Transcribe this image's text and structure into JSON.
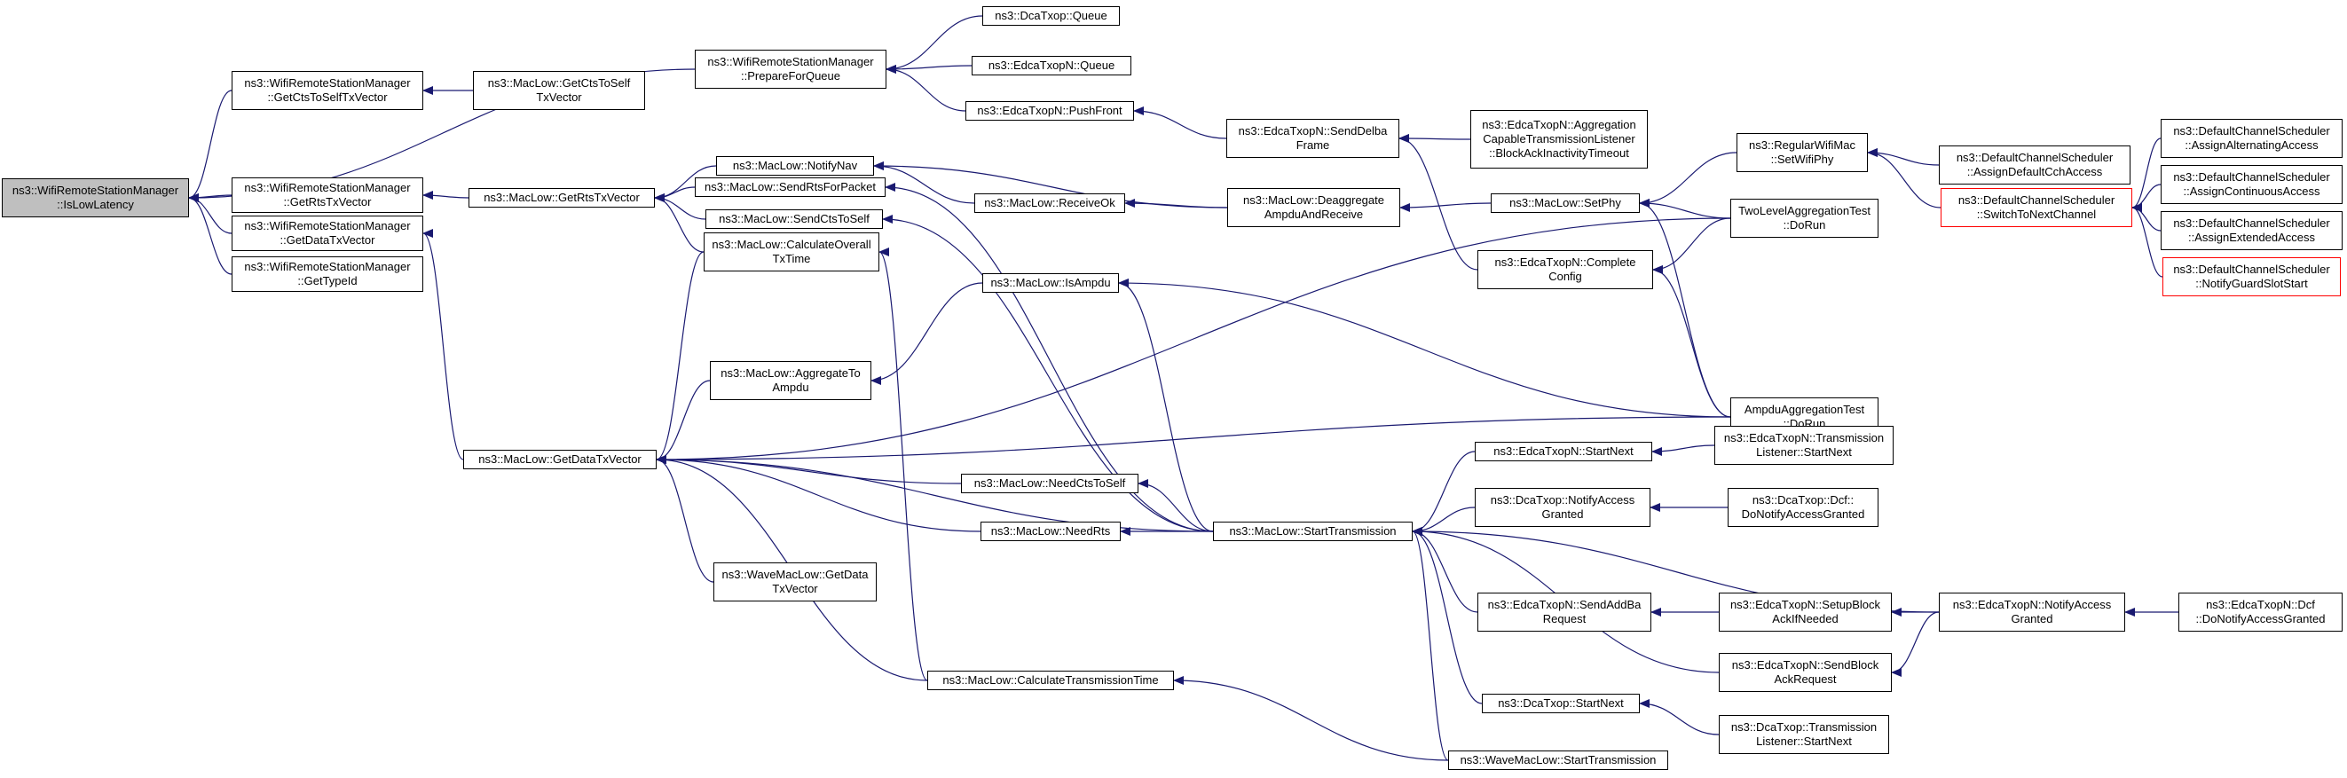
{
  "graph": {
    "edge_color": "#191970",
    "root_fill": "#bfbfbf",
    "truncated_border_color": "#ff0000",
    "nodes": [
      {
        "id": "root",
        "lines": [
          "ns3::WifiRemoteStationManager",
          "::IsLowLatency"
        ],
        "style": "root"
      },
      {
        "id": "gctsToSelf",
        "lines": [
          "ns3::WifiRemoteStationManager",
          "::GetCtsToSelfTxVector"
        ]
      },
      {
        "id": "gRts",
        "lines": [
          "ns3::WifiRemoteStationManager",
          "::GetRtsTxVector"
        ]
      },
      {
        "id": "gData",
        "lines": [
          "ns3::WifiRemoteStationManager",
          "::GetDataTxVector"
        ]
      },
      {
        "id": "gTypeId",
        "lines": [
          "ns3::WifiRemoteStationManager",
          "::GetTypeId"
        ]
      },
      {
        "id": "prepQueue",
        "lines": [
          "ns3::WifiRemoteStationManager",
          "::PrepareForQueue"
        ]
      },
      {
        "id": "mlCtsToSelfTx",
        "lines": [
          "ns3::MacLow::GetCtsToSelf",
          "TxVector"
        ]
      },
      {
        "id": "mlRtsTx",
        "lines": [
          "ns3::MacLow::GetRtsTxVector"
        ]
      },
      {
        "id": "mlDataTx",
        "lines": [
          "ns3::MacLow::GetDataTxVector"
        ]
      },
      {
        "id": "dcaQueue",
        "lines": [
          "ns3::DcaTxop::Queue"
        ]
      },
      {
        "id": "edcaQueue",
        "lines": [
          "ns3::EdcaTxopN::Queue"
        ]
      },
      {
        "id": "edcaPushFront",
        "lines": [
          "ns3::EdcaTxopN::PushFront"
        ]
      },
      {
        "id": "notifyNav",
        "lines": [
          "ns3::MacLow::NotifyNav"
        ]
      },
      {
        "id": "sendRtsForPacket",
        "lines": [
          "ns3::MacLow::SendRtsForPacket"
        ]
      },
      {
        "id": "sendCtsToSelf",
        "lines": [
          "ns3::MacLow::SendCtsToSelf"
        ]
      },
      {
        "id": "calcOverall",
        "lines": [
          "ns3::MacLow::CalculateOverall",
          "TxTime"
        ]
      },
      {
        "id": "aggregateToAmpdu",
        "lines": [
          "ns3::MacLow::AggregateTo",
          "Ampdu"
        ]
      },
      {
        "id": "waveGetData",
        "lines": [
          "ns3::WaveMacLow::GetData",
          "TxVector"
        ]
      },
      {
        "id": "receiveOk",
        "lines": [
          "ns3::MacLow::ReceiveOk"
        ]
      },
      {
        "id": "isAmpdu",
        "lines": [
          "ns3::MacLow::IsAmpdu"
        ]
      },
      {
        "id": "needCtsToSelf",
        "lines": [
          "ns3::MacLow::NeedCtsToSelf"
        ]
      },
      {
        "id": "needRts",
        "lines": [
          "ns3::MacLow::NeedRts"
        ]
      },
      {
        "id": "calcTransTime",
        "lines": [
          "ns3::MacLow::CalculateTransmissionTime"
        ]
      },
      {
        "id": "sendDelba",
        "lines": [
          "ns3::EdcaTxopN::SendDelba",
          "Frame"
        ]
      },
      {
        "id": "deaggregate",
        "lines": [
          "ns3::MacLow::Deaggregate",
          "AmpduAndReceive"
        ]
      },
      {
        "id": "startTx",
        "lines": [
          "ns3::MacLow::StartTransmission"
        ]
      },
      {
        "id": "aggListener",
        "lines": [
          "ns3::EdcaTxopN::Aggregation",
          "CapableTransmissionListener",
          "::BlockAckInactivityTimeout"
        ]
      },
      {
        "id": "setPhy",
        "lines": [
          "ns3::MacLow::SetPhy"
        ]
      },
      {
        "id": "completeConfig",
        "lines": [
          "ns3::EdcaTxopN::Complete",
          "Config"
        ]
      },
      {
        "id": "edcaStartNext",
        "lines": [
          "ns3::EdcaTxopN::StartNext"
        ]
      },
      {
        "id": "dcaNotifyAccess",
        "lines": [
          "ns3::DcaTxop::NotifyAccess",
          "Granted"
        ]
      },
      {
        "id": "sendAddBa",
        "lines": [
          "ns3::EdcaTxopN::SendAddBa",
          "Request"
        ]
      },
      {
        "id": "dcaStartNext",
        "lines": [
          "ns3::DcaTxop::StartNext"
        ]
      },
      {
        "id": "waveStartTx",
        "lines": [
          "ns3::WaveMacLow::StartTransmission"
        ]
      },
      {
        "id": "regSetWifiPhy",
        "lines": [
          "ns3::RegularWifiMac",
          "::SetWifiPhy"
        ]
      },
      {
        "id": "twoLevelDoRun",
        "lines": [
          "TwoLevelAggregationTest",
          "::DoRun"
        ]
      },
      {
        "id": "ampduDoRun",
        "lines": [
          "AmpduAggregationTest",
          "::DoRun"
        ]
      },
      {
        "id": "edcaTxListener",
        "lines": [
          "ns3::EdcaTxopN::Transmission",
          "Listener::StartNext"
        ]
      },
      {
        "id": "dcfDoNotify",
        "lines": [
          "ns3::DcaTxop::Dcf::",
          "DoNotifyAccessGranted"
        ]
      },
      {
        "id": "setupBlockAck",
        "lines": [
          "ns3::EdcaTxopN::SetupBlock",
          "AckIfNeeded"
        ]
      },
      {
        "id": "sendBlockAck",
        "lines": [
          "ns3::EdcaTxopN::SendBlock",
          "AckRequest"
        ]
      },
      {
        "id": "dcaTxListener",
        "lines": [
          "ns3::DcaTxop::Transmission",
          "Listener::StartNext"
        ]
      },
      {
        "id": "assignDefaultCch",
        "lines": [
          "ns3::DefaultChannelScheduler",
          "::AssignDefaultCchAccess"
        ]
      },
      {
        "id": "switchToNext",
        "lines": [
          "ns3::DefaultChannelScheduler",
          "::SwitchToNextChannel"
        ],
        "style": "red"
      },
      {
        "id": "edcaNotifyAccess",
        "lines": [
          "ns3::EdcaTxopN::NotifyAccess",
          "Granted"
        ]
      },
      {
        "id": "assignAlternating",
        "lines": [
          "ns3::DefaultChannelScheduler",
          "::AssignAlternatingAccess"
        ]
      },
      {
        "id": "assignContinuous",
        "lines": [
          "ns3::DefaultChannelScheduler",
          "::AssignContinuousAccess"
        ]
      },
      {
        "id": "assignExtended",
        "lines": [
          "ns3::DefaultChannelScheduler",
          "::AssignExtendedAccess"
        ]
      },
      {
        "id": "notifyGuardSlot",
        "lines": [
          "ns3::DefaultChannelScheduler",
          "::NotifyGuardSlotStart"
        ],
        "style": "red"
      },
      {
        "id": "edcaDcfDoNotify",
        "lines": [
          "ns3::EdcaTxopN::Dcf",
          "::DoNotifyAccessGranted"
        ]
      }
    ],
    "edges": [
      {
        "from": "gctsToSelf",
        "to": "root"
      },
      {
        "from": "prepQueue",
        "to": "root"
      },
      {
        "from": "gRts",
        "to": "root"
      },
      {
        "from": "gData",
        "to": "root"
      },
      {
        "from": "gTypeId",
        "to": "root"
      },
      {
        "from": "mlCtsToSelfTx",
        "to": "gctsToSelf"
      },
      {
        "from": "mlRtsTx",
        "to": "gRts"
      },
      {
        "from": "mlDataTx",
        "to": "gData"
      },
      {
        "from": "dcaQueue",
        "to": "prepQueue"
      },
      {
        "from": "edcaQueue",
        "to": "prepQueue"
      },
      {
        "from": "edcaPushFront",
        "to": "prepQueue"
      },
      {
        "from": "notifyNav",
        "to": "mlRtsTx"
      },
      {
        "from": "sendRtsForPacket",
        "to": "mlRtsTx"
      },
      {
        "from": "sendCtsToSelf",
        "to": "mlRtsTx"
      },
      {
        "from": "calcOverall",
        "to": "mlRtsTx"
      },
      {
        "from": "calcOverall",
        "to": "mlDataTx"
      },
      {
        "from": "aggregateToAmpdu",
        "to": "mlDataTx"
      },
      {
        "from": "waveGetData",
        "to": "mlDataTx"
      },
      {
        "from": "needCtsToSelf",
        "to": "mlDataTx"
      },
      {
        "from": "needRts",
        "to": "mlDataTx"
      },
      {
        "from": "calcTransTime",
        "to": "mlDataTx"
      },
      {
        "from": "startTx",
        "to": "mlDataTx"
      },
      {
        "from": "twoLevelDoRun",
        "to": "mlDataTx"
      },
      {
        "from": "ampduDoRun",
        "to": "mlDataTx"
      },
      {
        "from": "receiveOk",
        "to": "notifyNav"
      },
      {
        "from": "deaggregate",
        "to": "notifyNav"
      },
      {
        "from": "startTx",
        "to": "sendRtsForPacket"
      },
      {
        "from": "startTx",
        "to": "sendCtsToSelf"
      },
      {
        "from": "calcTransTime",
        "to": "calcOverall"
      },
      {
        "from": "isAmpdu",
        "to": "aggregateToAmpdu"
      },
      {
        "from": "startTx",
        "to": "isAmpdu"
      },
      {
        "from": "ampduDoRun",
        "to": "isAmpdu"
      },
      {
        "from": "startTx",
        "to": "needCtsToSelf"
      },
      {
        "from": "startTx",
        "to": "needRts"
      },
      {
        "from": "waveStartTx",
        "to": "calcTransTime"
      },
      {
        "from": "deaggregate",
        "to": "receiveOk"
      },
      {
        "from": "sendDelba",
        "to": "edcaPushFront"
      },
      {
        "from": "aggListener",
        "to": "sendDelba"
      },
      {
        "from": "completeConfig",
        "to": "sendDelba"
      },
      {
        "from": "setPhy",
        "to": "deaggregate"
      },
      {
        "from": "regSetWifiPhy",
        "to": "setPhy"
      },
      {
        "from": "twoLevelDoRun",
        "to": "setPhy"
      },
      {
        "from": "ampduDoRun",
        "to": "setPhy"
      },
      {
        "from": "twoLevelDoRun",
        "to": "completeConfig"
      },
      {
        "from": "ampduDoRun",
        "to": "completeConfig"
      },
      {
        "from": "edcaStartNext",
        "to": "startTx"
      },
      {
        "from": "dcaNotifyAccess",
        "to": "startTx"
      },
      {
        "from": "sendAddBa",
        "to": "startTx"
      },
      {
        "from": "sendBlockAck",
        "to": "startTx"
      },
      {
        "from": "dcaStartNext",
        "to": "startTx"
      },
      {
        "from": "waveStartTx",
        "to": "startTx"
      },
      {
        "from": "edcaNotifyAccess",
        "to": "startTx"
      },
      {
        "from": "edcaTxListener",
        "to": "edcaStartNext"
      },
      {
        "from": "dcfDoNotify",
        "to": "dcaNotifyAccess"
      },
      {
        "from": "setupBlockAck",
        "to": "sendAddBa"
      },
      {
        "from": "edcaNotifyAccess",
        "to": "setupBlockAck"
      },
      {
        "from": "edcaNotifyAccess",
        "to": "sendBlockAck"
      },
      {
        "from": "dcaTxListener",
        "to": "dcaStartNext"
      },
      {
        "from": "edcaDcfDoNotify",
        "to": "edcaNotifyAccess"
      },
      {
        "from": "assignDefaultCch",
        "to": "regSetWifiPhy"
      },
      {
        "from": "switchToNext",
        "to": "regSetWifiPhy"
      },
      {
        "from": "assignAlternating",
        "to": "switchToNext"
      },
      {
        "from": "assignContinuous",
        "to": "switchToNext"
      },
      {
        "from": "assignExtended",
        "to": "switchToNext"
      },
      {
        "from": "notifyGuardSlot",
        "to": "switchToNext"
      }
    ]
  }
}
